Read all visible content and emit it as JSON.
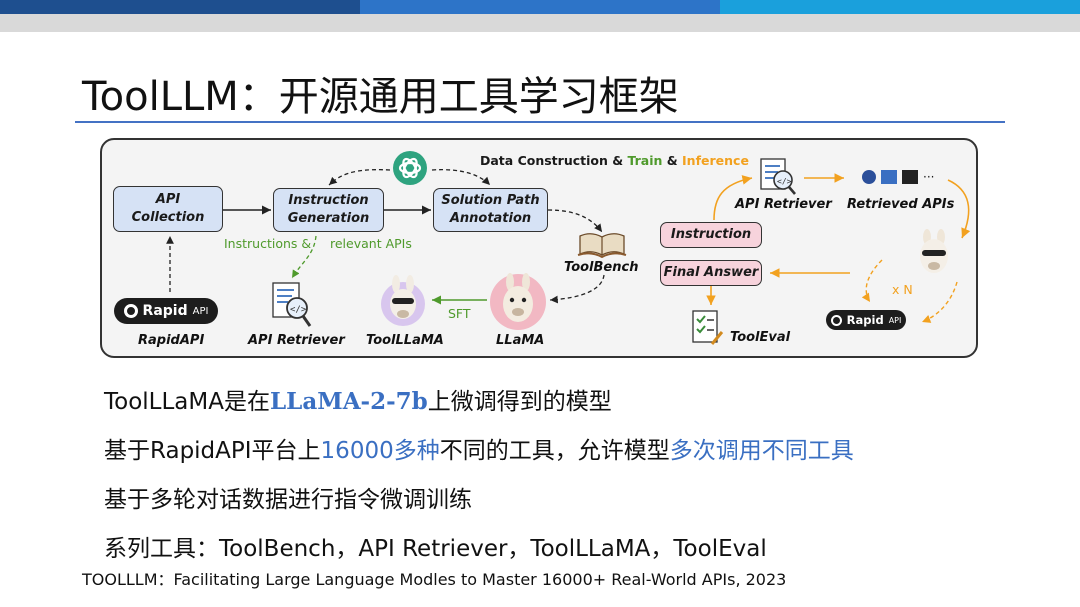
{
  "slide": {
    "title": "ToolLLM：开源通用工具学习框架",
    "footer": "TOOLLLM：Facilitating Large Language Modles to Master 16000+ Real-World APIs, 2023"
  },
  "diagram": {
    "header_prefix": "Data Construction & ",
    "header_train": "Train",
    "header_amp": " & ",
    "header_inference": "Inference",
    "api_collection": [
      "API",
      "Collection"
    ],
    "instruction_generation": [
      "Instruction",
      "Generation"
    ],
    "solution_path": [
      "Solution Path",
      "Annotation"
    ],
    "instructions_label": "Instructions &",
    "relevant_apis_label": "relevant APIs",
    "toolbench": "ToolBench",
    "rapidapi_logo": "Rapid",
    "rapidapi_logo_suffix": "API",
    "rapidapi_label": "RapidAPI",
    "api_retriever_left": "API Retriever",
    "toolllama": "ToolLLaMA",
    "sft": "SFT",
    "llama": "LLaMA",
    "api_retriever_right": "API Retriever",
    "retrieved_apis": "Retrieved APIs",
    "instruction": "Instruction",
    "final_answer": "Final Answer",
    "times_n": "x N",
    "tooleval": "ToolEval",
    "rapidapi_logo2": "Rapid",
    "rapidapi_logo2_suffix": "API",
    "ellipsis": "···"
  },
  "bullets": {
    "b1_a": "ToolLLaMA是在",
    "b1_hl": "LLaMA-2-7b",
    "b1_b": "上微调得到的模型",
    "b2_a": "基于RapidAPI平台上",
    "b2_hl": "16000多种",
    "b2_b": "不同的工具，允许模型",
    "b2_hl2": "多次调用不同工具",
    "b3": "基于多轮对话数据进行指令微调训练",
    "b4": "系列工具：ToolBench，API Retriever，ToolLLaMA，ToolEval"
  },
  "colors": {
    "accent_blue": "#3a6fc2",
    "train_green": "#4f9a2c",
    "inference_orange": "#f2a11f",
    "box_blue": "#d6e2f5",
    "box_pink": "#f7d3dc"
  },
  "icons": [
    "openai-icon",
    "document-search-icon",
    "book-icon",
    "llama-icon",
    "checklist-icon",
    "api-logos-icon"
  ]
}
